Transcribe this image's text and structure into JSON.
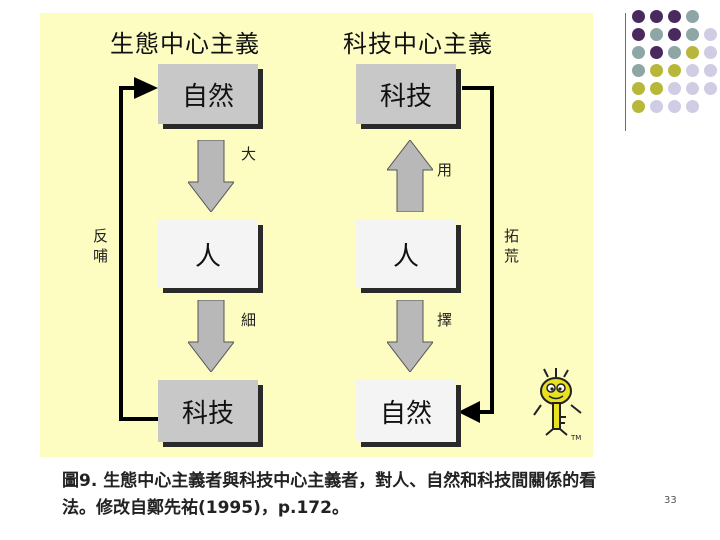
{
  "titles": {
    "left": "生態中心主義",
    "right": "科技中心主義"
  },
  "left_column": {
    "top": "自然",
    "middle": "人",
    "bottom": "科技"
  },
  "right_column": {
    "top": "科技",
    "middle": "人",
    "bottom": "自然"
  },
  "labels": {
    "left_down_1": "大",
    "left_down_2": "細",
    "left_loop": "反 哺",
    "right_up": "用",
    "right_down": "擇",
    "right_loop": "拓 荒"
  },
  "caption": {
    "line1": "圖9. 生態中心主義者與科技中心主義者，對人、自然和科技間關係的看",
    "line2": "法。修改自鄭先祐(1995)，p.172。"
  },
  "tm": "TM",
  "page_number": "33",
  "colors": {
    "panel": "#fdfdc2",
    "purple": "#4a2a5e",
    "teal": "#8ea6a6",
    "olive": "#b7b83a",
    "lavender": "#cfcde3"
  }
}
